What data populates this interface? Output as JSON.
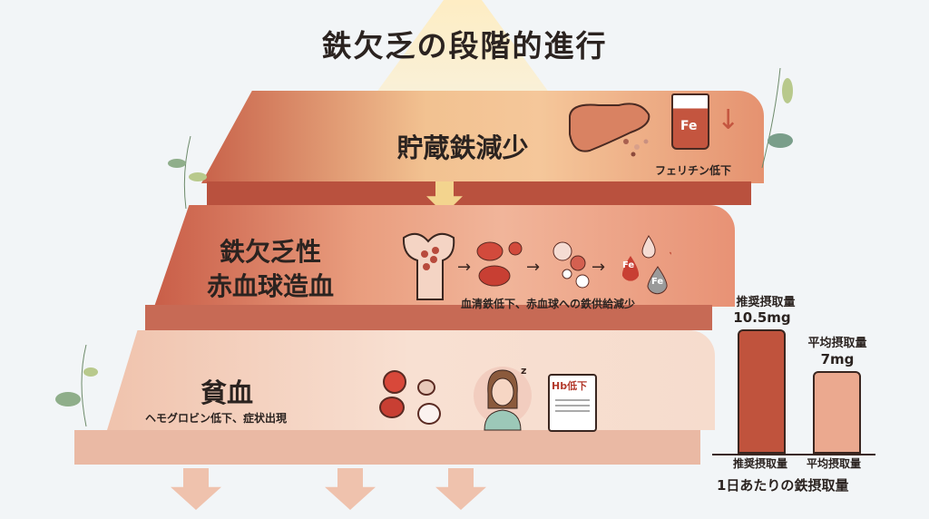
{
  "title": "鉄欠乏の段階的進行",
  "stages": [
    {
      "title": "貯蔵鉄減少",
      "caption": "フェリチン低下",
      "icon_label": "Fe"
    },
    {
      "title_line1": "鉄欠乏性",
      "title_line2": "赤血球造血",
      "caption": "血清鉄低下、赤血球への鉄供給減少",
      "icon_label_1": "Fe",
      "icon_label_2": "Fe"
    },
    {
      "title": "貧血",
      "caption": "ヘモグロビン低下、症状出現",
      "chart_label": "Hb低下",
      "sleep_label": "z"
    }
  ],
  "chart_data": {
    "type": "bar",
    "title": "1日あたりの鉄摂取量",
    "categories": [
      "推奨摂取量",
      "平均摂取量"
    ],
    "values": [
      10.5,
      7
    ],
    "value_labels": [
      "10.5mg",
      "7mg"
    ],
    "unit": "mg",
    "ylim": [
      0,
      11
    ],
    "colors": [
      "#c0533d",
      "#eba98f"
    ]
  }
}
